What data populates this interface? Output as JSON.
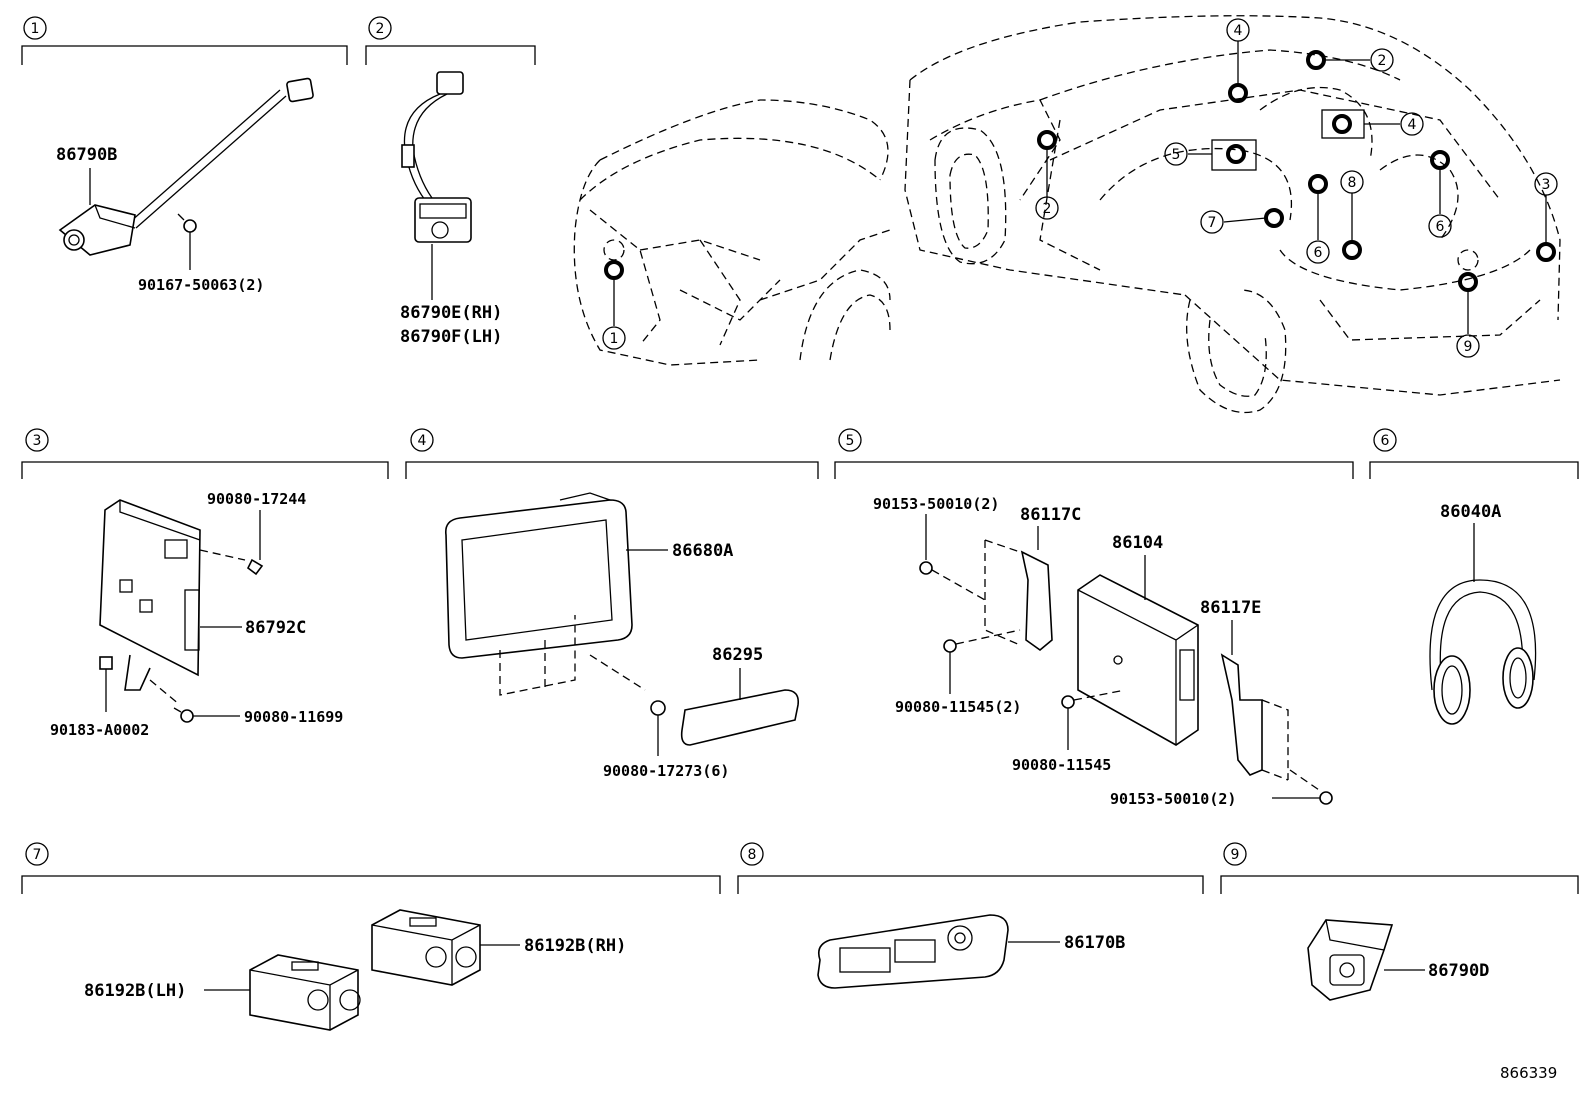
{
  "diagram_id": "866339",
  "sections": [
    {
      "num": "1",
      "parts": [
        "86790B",
        "90167-50063(2)"
      ]
    },
    {
      "num": "2",
      "parts": [
        "86790E(RH)",
        "86790F(LH)"
      ]
    },
    {
      "num": "3",
      "parts": [
        "90080-17244",
        "86792C",
        "90183-A0002",
        "90080-11699"
      ]
    },
    {
      "num": "4",
      "parts": [
        "86680A",
        "86295",
        "90080-17273(6)"
      ]
    },
    {
      "num": "5",
      "parts": [
        "90153-50010(2)",
        "86117C",
        "86104",
        "86117E",
        "90080-11545(2)",
        "90080-11545",
        "90153-50010(2)"
      ]
    },
    {
      "num": "6",
      "parts": [
        "86040A"
      ]
    },
    {
      "num": "7",
      "parts": [
        "86192B(LH)",
        "86192B(RH)"
      ]
    },
    {
      "num": "8",
      "parts": [
        "86170B"
      ]
    },
    {
      "num": "9",
      "parts": [
        "86790D"
      ]
    }
  ],
  "vehicle_callouts": [
    "1",
    "2",
    "2",
    "3",
    "4",
    "4",
    "5",
    "6",
    "6",
    "7",
    "8",
    "9"
  ]
}
